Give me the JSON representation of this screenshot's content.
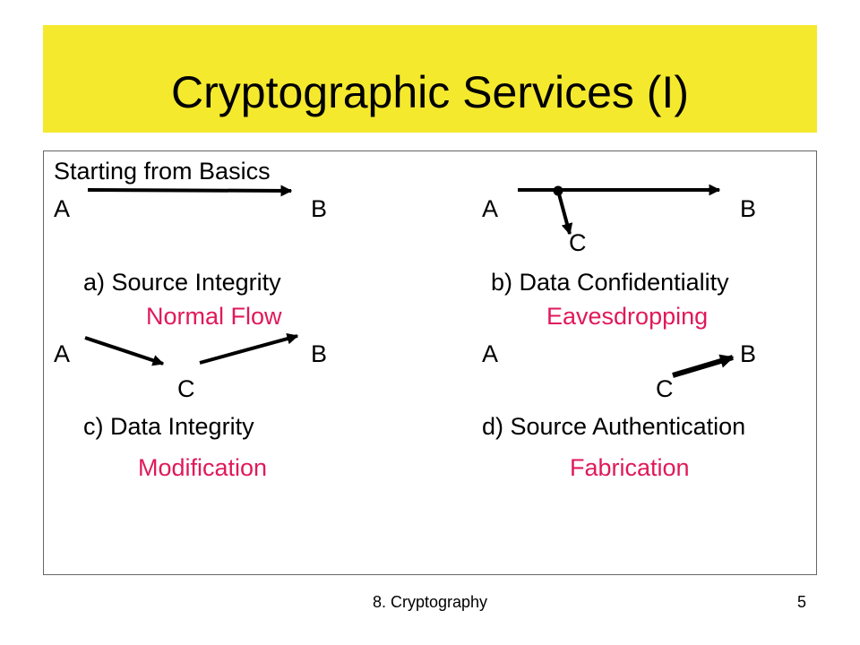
{
  "title": "Cryptographic Services (I)",
  "intro": "Starting from Basics",
  "colors": {
    "title_background": "#f5e92d",
    "accent": "#e0195a"
  },
  "panels": {
    "a": {
      "node_a": "A",
      "node_b": "B",
      "caption": "a) Source Integrity",
      "threat": "Normal Flow"
    },
    "b": {
      "node_a": "A",
      "node_b": "B",
      "node_c": "C",
      "caption": "b) Data Confidentiality",
      "threat": "Eavesdropping"
    },
    "c": {
      "node_a": "A",
      "node_b": "B",
      "node_c": "C",
      "caption": "c) Data Integrity",
      "threat": "Modification"
    },
    "d": {
      "node_a": "A",
      "node_b": "B",
      "node_c": "C",
      "caption": "d) Source Authentication",
      "threat": "Fabrication"
    }
  },
  "footer": {
    "chapter": "8. Cryptography",
    "page": "5"
  }
}
